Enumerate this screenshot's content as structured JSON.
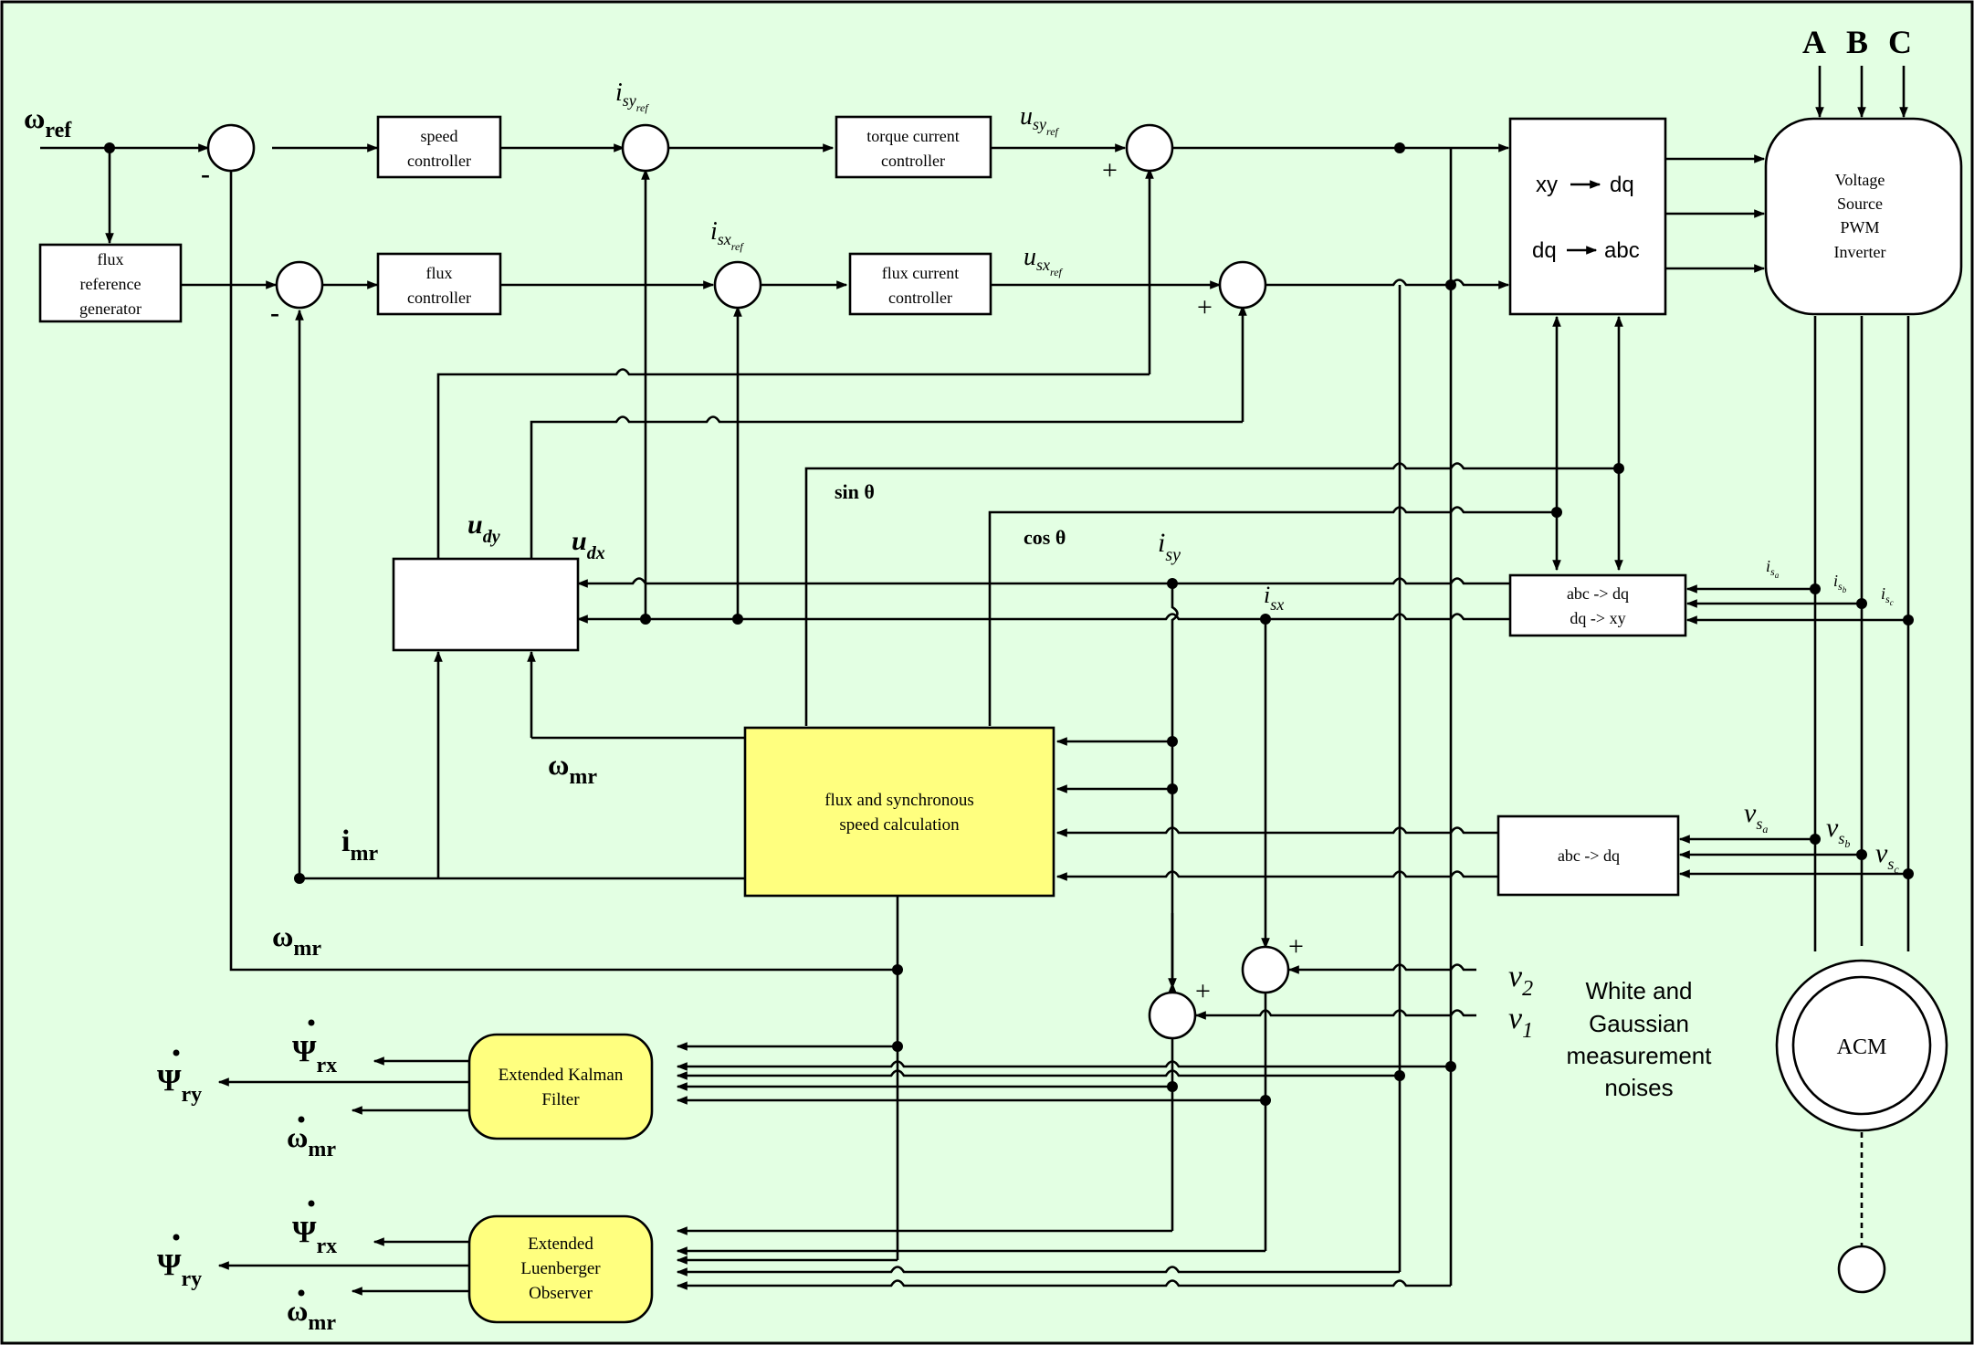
{
  "colors": {
    "background": "#e3ffe3",
    "block_fill": "#ffffff",
    "calc_fill": "#ffff7f",
    "line": "#000000"
  },
  "inputs": {
    "omega_ref": {
      "base": "ω",
      "sub": "ref"
    }
  },
  "phases": [
    "A",
    "B",
    "C"
  ],
  "blocks": {
    "speed_controller": [
      "speed",
      "controller"
    ],
    "torque_current_controller": [
      "torque current",
      "controller"
    ],
    "flux_reference_generator": [
      "flux",
      "reference",
      "generator"
    ],
    "flux_controller": [
      "flux",
      "controller"
    ],
    "flux_current_controller": [
      "flux current",
      "controller"
    ],
    "transform_top": [
      "xy",
      "dq",
      "dq",
      "abc"
    ],
    "inverter": [
      "Voltage",
      "Source",
      "PWM",
      "Inverter"
    ],
    "current_transform": [
      "abc  ->  dq",
      "dq  ->  xy"
    ],
    "voltage_transform": "abc  ->  dq",
    "flux_calc": [
      "flux and synchronous",
      "speed calculation"
    ],
    "ekf": [
      "Extended Kalman",
      "Filter"
    ],
    "elo": [
      "Extended",
      "Luenberger",
      "Observer"
    ],
    "motor": "ACM"
  },
  "signals": {
    "i_sy_ref": {
      "base": "i",
      "sub": "sy",
      "subsub": "ref"
    },
    "i_sx_ref": {
      "base": "i",
      "sub": "sx",
      "subsub": "ref"
    },
    "u_sy_ref": {
      "base": "u",
      "sub": "sy",
      "subsub": "ref"
    },
    "u_sx_ref": {
      "base": "u",
      "sub": "sx",
      "subsub": "ref"
    },
    "sin": "sin θ",
    "cos": "cos θ",
    "u_dy": {
      "base": "u",
      "sub": "dy"
    },
    "u_dx": {
      "base": "u",
      "sub": "dx"
    },
    "i_sy": {
      "base": "i",
      "sub": "sy"
    },
    "i_sx": {
      "base": "i",
      "sub": "sx"
    },
    "omega_mr_1": {
      "base": "ω",
      "sub": "mr"
    },
    "i_mr": {
      "base": "i",
      "sub": "mr"
    },
    "omega_mr_2": {
      "base": "ω",
      "sub": "mr"
    },
    "i_sa": {
      "base": "i",
      "sub": "s",
      "subsub": "a"
    },
    "i_sb": {
      "base": "i",
      "sub": "s",
      "subsub": "b"
    },
    "i_sc": {
      "base": "i",
      "sub": "s",
      "subsub": "c"
    },
    "v_sa": {
      "base": "v",
      "sub": "s",
      "subsub": "a"
    },
    "v_sb": {
      "base": "v",
      "sub": "s",
      "subsub": "b"
    },
    "v_sc": {
      "base": "v",
      "sub": "s",
      "subsub": "c"
    },
    "v2": {
      "base": "v",
      "sub": "2"
    },
    "v1": {
      "base": "v",
      "sub": "1"
    }
  },
  "signs": {
    "minus": "-",
    "plus": "+"
  },
  "noise_note": [
    "White and",
    "Gaussian",
    "measurement",
    "noises"
  ],
  "outputs": {
    "ekf": [
      {
        "base": "Ψ",
        "sub": "rx"
      },
      {
        "base": "Ψ",
        "sub": "ry"
      },
      {
        "base": "ω",
        "sub": "mr"
      }
    ],
    "elo": [
      {
        "base": "Ψ",
        "sub": "rx"
      },
      {
        "base": "Ψ",
        "sub": "ry"
      },
      {
        "base": "ω",
        "sub": "mr"
      }
    ]
  }
}
